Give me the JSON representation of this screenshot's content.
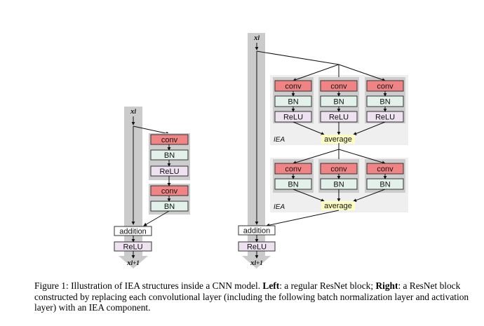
{
  "figure": {
    "left": {
      "input_label": "xl",
      "output_label": "xl+1",
      "blocks": [
        {
          "layers": [
            "conv",
            "BN",
            "ReLU"
          ]
        },
        {
          "layers": [
            "conv",
            "BN"
          ]
        }
      ],
      "addition_label": "addition",
      "final_activation_label": "ReLU"
    },
    "right": {
      "input_label": "xl",
      "output_label": "xl+1",
      "iea_components": [
        {
          "tag": "IEA",
          "branches": [
            [
              "conv",
              "BN",
              "ReLU"
            ],
            [
              "conv",
              "BN",
              "ReLU"
            ],
            [
              "conv",
              "BN",
              "ReLU"
            ]
          ],
          "merge_label": "average"
        },
        {
          "tag": "IEA",
          "branches": [
            [
              "conv",
              "BN"
            ],
            [
              "conv",
              "BN"
            ],
            [
              "conv",
              "BN"
            ]
          ],
          "merge_label": "average"
        }
      ],
      "addition_label": "addition",
      "final_activation_label": "ReLU"
    },
    "colors": {
      "conv": "#f08484",
      "BN": "#e2f2ea",
      "ReLU": "#eee2f0",
      "average": "#ffffc4",
      "addition": "#ffffff",
      "skip_bar": "#cbcbcb",
      "subpanel": "#cdcdcd",
      "iea_panel": "#efefef"
    }
  },
  "caption": {
    "prefix": "Figure 1: Illustration of IEA structures inside a CNN model. ",
    "left_label": "Left",
    "left_text": ": a regular ResNet block; ",
    "right_label": "Right",
    "right_text": ": a ResNet block constructed by replacing each convolutional layer (including the following batch normalization layer and activation layer) with an IEA component."
  }
}
